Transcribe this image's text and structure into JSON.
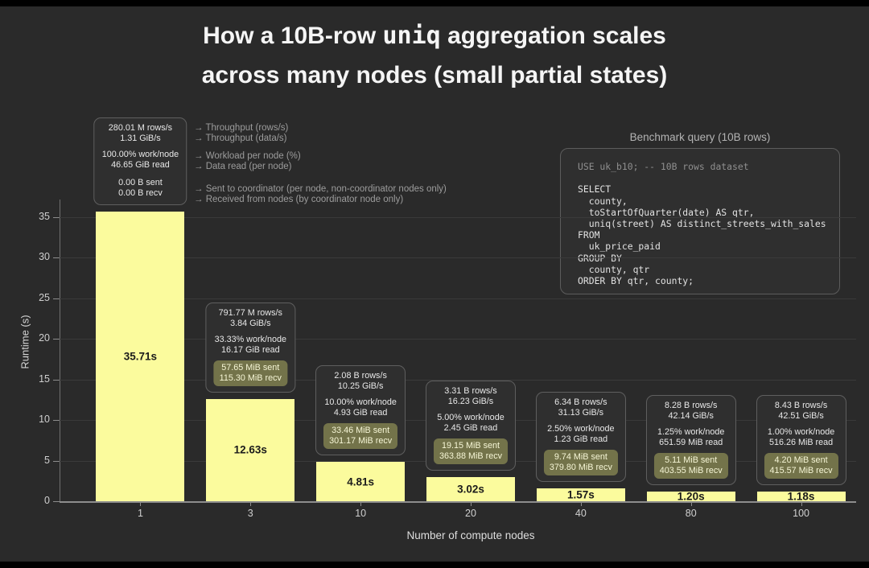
{
  "title": {
    "pre": "How a 10B-row",
    "code": "uniq",
    "post": "aggregation scales",
    "line2": "across many nodes (small partial states)"
  },
  "legend": {
    "arrow": "→",
    "groups": [
      [
        "Throughput (rows/s)",
        "Throughput (data/s)"
      ],
      [
        "Workload per node (%)",
        "Data read (per node)"
      ],
      [
        "Sent to coordinator (per node, non-coordinator nodes only)",
        "Received from nodes (by coordinator node only)"
      ]
    ]
  },
  "query": {
    "title": "Benchmark query (10B rows)",
    "comment_line": "USE uk_b10; -- 10B rows dataset",
    "code_lines": [
      "",
      "SELECT",
      "  county,",
      "  toStartOfQuarter(date) AS qtr,",
      "  uniq(street) AS distinct_streets_with_sales",
      "FROM",
      "  uk_price_paid",
      "GROUP BY",
      "  county, qtr",
      "ORDER BY qtr, county;"
    ]
  },
  "chart_data": {
    "type": "bar",
    "title": "How a 10B-row uniq aggregation scales across many nodes (small partial states)",
    "xlabel": "Number of compute nodes",
    "ylabel": "Runtime (s)",
    "categories": [
      "1",
      "3",
      "10",
      "20",
      "40",
      "80",
      "100"
    ],
    "values": [
      35.71,
      12.63,
      4.81,
      3.02,
      1.57,
      1.2,
      1.18
    ],
    "bar_labels": [
      "35.71s",
      "12.63s",
      "4.81s",
      "3.02s",
      "1.57s",
      "1.20s",
      "1.18s"
    ],
    "ylim": [
      0,
      37
    ],
    "yticks": [
      0,
      5,
      10,
      15,
      20,
      25,
      30,
      35
    ],
    "grid": true,
    "legend_position": "upper-left",
    "bar_color": "#fbfb9d",
    "annotations": [
      {
        "throughput_rows": "280.01 M rows/s",
        "throughput_data": "1.31 GiB/s",
        "work_per_node": "100.00% work/node",
        "data_read": "46.65 GiB read",
        "sent": "0.00 B sent",
        "recv": "0.00 B recv",
        "highlight_net": false
      },
      {
        "throughput_rows": "791.77 M rows/s",
        "throughput_data": "3.84 GiB/s",
        "work_per_node": "33.33% work/node",
        "data_read": "16.17 GiB read",
        "sent": "57.65 MiB sent",
        "recv": "115.30 MiB recv",
        "highlight_net": true
      },
      {
        "throughput_rows": "2.08 B rows/s",
        "throughput_data": "10.25 GiB/s",
        "work_per_node": "10.00% work/node",
        "data_read": "4.93 GiB read",
        "sent": "33.46 MiB sent",
        "recv": "301.17 MiB recv",
        "highlight_net": true
      },
      {
        "throughput_rows": "3.31 B rows/s",
        "throughput_data": "16.23 GiB/s",
        "work_per_node": "5.00% work/node",
        "data_read": "2.45 GiB read",
        "sent": "19.15 MiB sent",
        "recv": "363.88 MiB recv",
        "highlight_net": true
      },
      {
        "throughput_rows": "6.34 B rows/s",
        "throughput_data": "31.13 GiB/s",
        "work_per_node": "2.50% work/node",
        "data_read": "1.23 GiB read",
        "sent": "9.74 MiB sent",
        "recv": "379.80 MiB recv",
        "highlight_net": true
      },
      {
        "throughput_rows": "8.28 B rows/s",
        "throughput_data": "42.14 GiB/s",
        "work_per_node": "1.25% work/node",
        "data_read": "651.59 MiB read",
        "sent": "5.11 MiB sent",
        "recv": "403.55 MiB recv",
        "highlight_net": true
      },
      {
        "throughput_rows": "8.43 B rows/s",
        "throughput_data": "42.51 GiB/s",
        "work_per_node": "1.00% work/node",
        "data_read": "516.26 MiB read",
        "sent": "4.20 MiB sent",
        "recv": "415.57 MiB recv",
        "highlight_net": true
      }
    ]
  },
  "colors": {
    "background": "#2a2a2a",
    "bar": "#fbfb9d",
    "net_pill_bg": "#73734a",
    "net_pill_text": "#f6f6d6",
    "box_bg": "#2f2f2f",
    "box_border": "#5f5f5f"
  }
}
